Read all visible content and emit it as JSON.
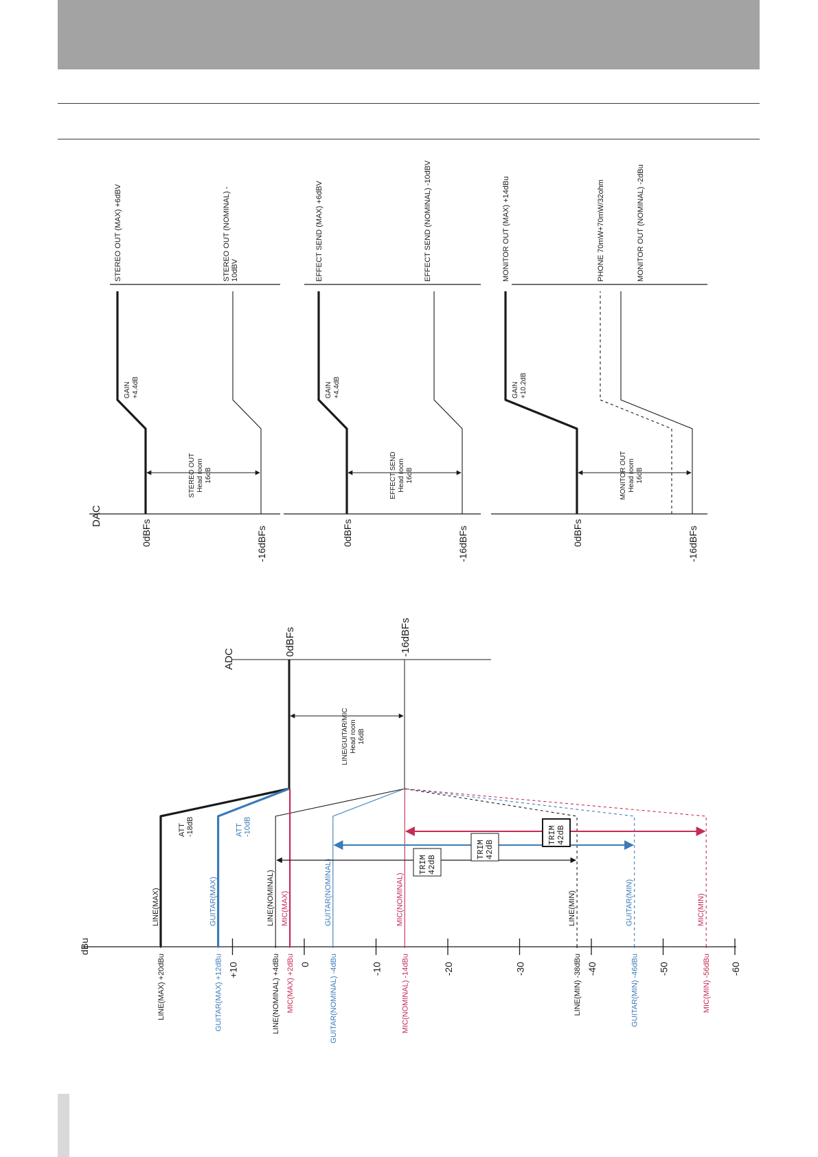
{
  "colors": {
    "line": "#1a1a1a",
    "guitar": "#3b7bb8",
    "mic": "#c42b55",
    "header": "#a3a3a3"
  },
  "dbu_scale": {
    "unit": "dBu",
    "ticks": [
      {
        "value": 10,
        "label": "+10"
      },
      {
        "value": 0,
        "label": "0"
      },
      {
        "value": -10,
        "label": "-10"
      },
      {
        "value": -20,
        "label": "-20"
      },
      {
        "value": -30,
        "label": "-30"
      },
      {
        "value": -40,
        "label": "-40"
      },
      {
        "value": -50,
        "label": "-50"
      },
      {
        "value": -60,
        "label": "-60"
      }
    ],
    "level_labels": [
      {
        "value": 20,
        "text": "LINE(MAX) +20dBu",
        "color": "line"
      },
      {
        "value": 12,
        "text": "GUITAR(MAX) +12dBu",
        "color": "guitar"
      },
      {
        "value": 4,
        "text": "LINE(NOMINAL) +4dBu",
        "color": "line"
      },
      {
        "value": 2,
        "text": "MIC(MAX) +2dBu",
        "color": "mic"
      },
      {
        "value": -4,
        "text": "GUITAR(NOMINAL) -4dBu",
        "color": "guitar"
      },
      {
        "value": -14,
        "text": "MIC(NOMINAL) -14dBu",
        "color": "mic"
      },
      {
        "value": -38,
        "text": "LINE(MIN) -38dBu",
        "color": "line"
      },
      {
        "value": -46,
        "text": "GUITAR(MIN) -46dBu",
        "color": "guitar"
      },
      {
        "value": -56,
        "text": "MIC(MIN) -56dBu",
        "color": "mic"
      }
    ]
  },
  "inputs": [
    {
      "name": "LINE(MAX)",
      "value": 20,
      "color": "line",
      "weight": "heavy",
      "style": "solid",
      "att": "ATT\n-18dB"
    },
    {
      "name": "GUITAR(MAX)",
      "value": 12,
      "color": "guitar",
      "weight": "heavy",
      "style": "solid",
      "att": "ATT\n-10dB"
    },
    {
      "name": "LINE(NOMINAL)",
      "value": 4,
      "color": "line",
      "weight": "thin",
      "style": "solid"
    },
    {
      "name": "MIC(MAX)",
      "value": 2,
      "color": "mic",
      "weight": "medium",
      "style": "solid"
    },
    {
      "name": "GUITAR(NOMINAL)",
      "value": -4,
      "color": "guitar",
      "weight": "thin",
      "style": "solid"
    },
    {
      "name": "MIC(NOMINAL)",
      "value": -14,
      "color": "mic",
      "weight": "thin",
      "style": "solid"
    },
    {
      "name": "LINE(MIN)",
      "value": -38,
      "color": "line",
      "weight": "thin",
      "style": "dashed"
    },
    {
      "name": "GUITAR(MIN)",
      "value": -46,
      "color": "guitar",
      "weight": "thin",
      "style": "dashed"
    },
    {
      "name": "MIC(MIN)",
      "value": -56,
      "color": "mic",
      "weight": "thin",
      "style": "dashed"
    }
  ],
  "trims": [
    {
      "label": "TRIM\n42dB",
      "from": 4,
      "to": -38,
      "color": "line"
    },
    {
      "label": "TRIM\n42dB",
      "from": -4,
      "to": -46,
      "color": "guitar"
    },
    {
      "label": "TRIM\n42dB",
      "from": -14,
      "to": -56,
      "color": "mic"
    }
  ],
  "adc": {
    "title": "ADC",
    "zero": "0dBFs",
    "minus16": "-16dBFs",
    "headroom": "LINE/GUITAR/MIC\nHead room\n16dB"
  },
  "dac": {
    "title": "DAC",
    "zero": "0dBFs",
    "minus16": "-16dBFs",
    "sections": [
      {
        "headroom": "STEREO OUT\nHead room\n16dB",
        "gain": "GAIN\n+4.4dB",
        "max_label": "STEREO OUT (MAX) +6dBV",
        "nominal_label": "STEREO OUT (NOMINAL) -\n10dBV"
      },
      {
        "headroom": "EFFECT SEND\nHead room\n16dB",
        "gain": "GAIN\n+4.4dB",
        "max_label": "EFFECT SEND (MAX) +6dBV",
        "nominal_label": "EFFECT SEND (NOMINAL) -10dBV"
      },
      {
        "headroom": "MONITOR OUT\nHead room\n16dB",
        "gain": "GAIN\n+10.2dB",
        "max_label": "MONITOR OUT (MAX) +14dBu",
        "phone_label": "PHONE 70mW+70mW/32ohm",
        "nominal_label": "MONITOR OUT (NOMINAL) -2dBu"
      }
    ]
  }
}
